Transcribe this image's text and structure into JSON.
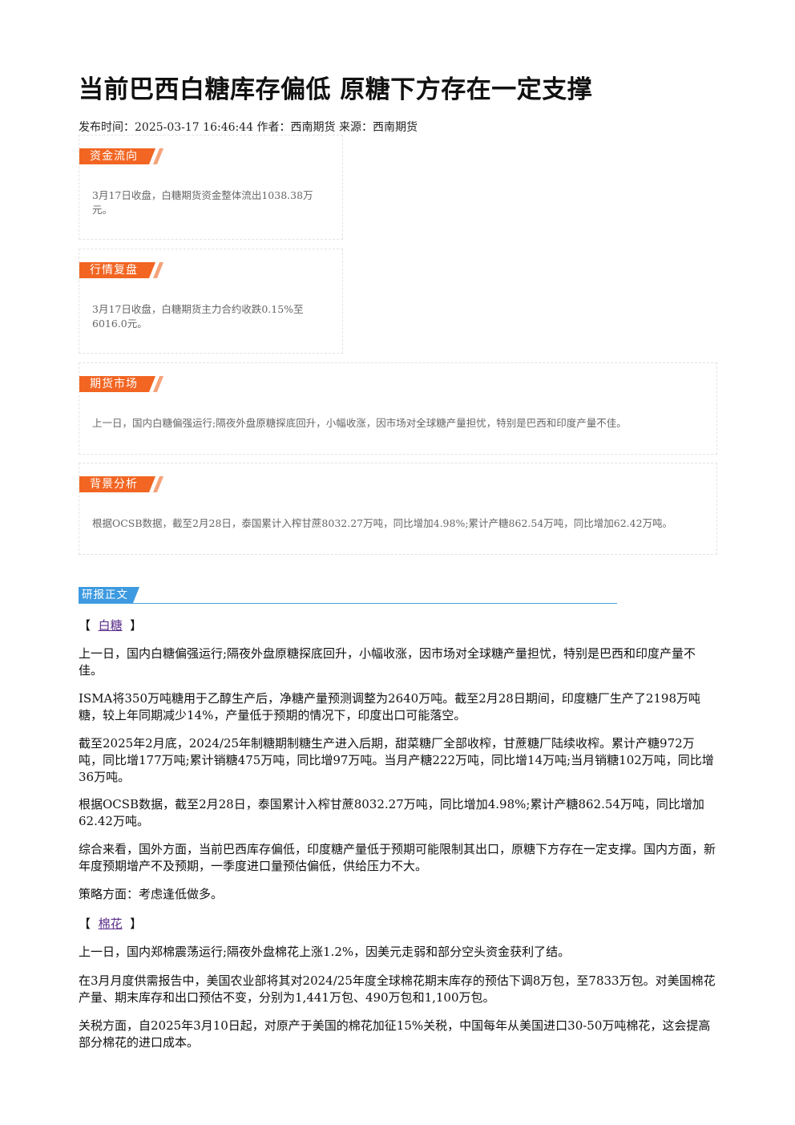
{
  "article": {
    "title": "当前巴西白糖库存偏低 原糖下方存在一定支撑",
    "meta": "发布时间：2025-03-17 16:46:44 作者：西南期货 来源：西南期货"
  },
  "boxes": {
    "fund_flow": {
      "tag": "资金流向",
      "text": "3月17日收盘，白糖期货资金整体流出1038.38万元。"
    },
    "market_review": {
      "tag": "行情复盘",
      "text": "3月17日收盘，白糖期货主力合约收跌0.15%至6016.0元。"
    },
    "futures_market": {
      "tag": "期货市场",
      "text": "上一日，国内白糖偏强运行;隔夜外盘原糖探底回升，小幅收涨，因市场对全球糖产量担忧，特别是巴西和印度产量不佳。"
    },
    "background": {
      "tag": "背景分析",
      "text": "根据OCSB数据，截至2月28日，泰国累计入榨甘蔗8032.27万吨，同比增加4.98%;累计产糖862.54万吨，同比增加62.42万吨。"
    }
  },
  "report": {
    "header": "研报正文",
    "sugar": {
      "bracket_open": "【",
      "link": "白糖",
      "bracket_close": "】",
      "paragraphs": [
        "上一日，国内白糖偏强运行;隔夜外盘原糖探底回升，小幅收涨，因市场对全球糖产量担忧，特别是巴西和印度产量不佳。",
        "ISMA将350万吨糖用于乙醇生产后，净糖产量预测调整为2640万吨。截至2月28日期间，印度糖厂生产了2198万吨糖，较上年同期减少14%，产量低于预期的情况下，印度出口可能落空。",
        "截至2025年2月底，2024/25年制糖期制糖生产进入后期，甜菜糖厂全部收榨，甘蔗糖厂陆续收榨。累计产糖972万吨，同比增177万吨;累计销糖475万吨，同比增97万吨。当月产糖222万吨，同比增14万吨;当月销糖102万吨，同比增36万吨。",
        "根据OCSB数据，截至2月28日，泰国累计入榨甘蔗8032.27万吨，同比增加4.98%;累计产糖862.54万吨，同比增加62.42万吨。",
        "综合来看，国外方面，当前巴西库存偏低，印度糖产量低于预期可能限制其出口，原糖下方存在一定支撑。国内方面，新年度预期增产不及预期，一季度进口量预估偏低，供给压力不大。",
        "策略方面：考虑逢低做多。"
      ]
    },
    "cotton": {
      "bracket_open": "【",
      "link": "棉花",
      "bracket_close": "】",
      "paragraphs": [
        "上一日，国内郑棉震荡运行;隔夜外盘棉花上涨1.2%，因美元走弱和部分空头资金获利了结。",
        "在3月月度供需报告中，美国农业部将其对2024/25年度全球棉花期末库存的预估下调8万包，至7833万包。对美国棉花产量、期末库存和出口预估不变，分别为1,441万包、490万包和1,100万包。",
        "关税方面，自2025年3月10日起，对原产于美国的棉花加征15%关税，中国每年从美国进口30-50万吨棉花，这会提高部分棉花的进口成本。"
      ]
    }
  }
}
